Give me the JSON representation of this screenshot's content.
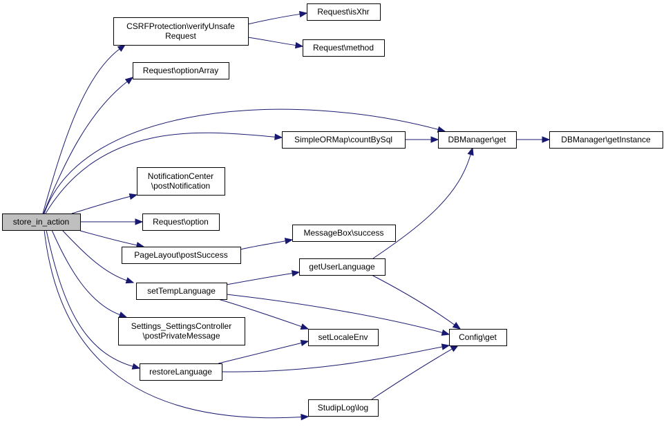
{
  "diagram": {
    "nodes": [
      {
        "id": "n0",
        "lines": [
          "store_in_action"
        ],
        "root": true
      },
      {
        "id": "n1",
        "lines": [
          "CSRFProtection\\verifyUnsafe",
          "Request"
        ]
      },
      {
        "id": "n2",
        "lines": [
          "Request\\isXhr"
        ]
      },
      {
        "id": "n3",
        "lines": [
          "Request\\method"
        ]
      },
      {
        "id": "n4",
        "lines": [
          "Request\\optionArray"
        ]
      },
      {
        "id": "n5",
        "lines": [
          "DBManager\\get"
        ]
      },
      {
        "id": "n6",
        "lines": [
          "DBManager\\getInstance"
        ]
      },
      {
        "id": "n7",
        "lines": [
          "SimpleORMap\\countBySql"
        ]
      },
      {
        "id": "n8",
        "lines": [
          "NotificationCenter",
          "\\postNotification"
        ]
      },
      {
        "id": "n9",
        "lines": [
          "Request\\option"
        ]
      },
      {
        "id": "n10",
        "lines": [
          "PageLayout\\postSuccess"
        ]
      },
      {
        "id": "n11",
        "lines": [
          "MessageBox\\success"
        ]
      },
      {
        "id": "n12",
        "lines": [
          "setTempLanguage"
        ]
      },
      {
        "id": "n13",
        "lines": [
          "getUserLanguage"
        ]
      },
      {
        "id": "n14",
        "lines": [
          "Config\\get"
        ]
      },
      {
        "id": "n15",
        "lines": [
          "setLocaleEnv"
        ]
      },
      {
        "id": "n16",
        "lines": [
          "Settings_SettingsController",
          "\\postPrivateMessage"
        ]
      },
      {
        "id": "n17",
        "lines": [
          "restoreLanguage"
        ]
      },
      {
        "id": "n18",
        "lines": [
          "StudipLog\\log"
        ]
      }
    ],
    "edges": [
      {
        "from": "n0",
        "to": "n1"
      },
      {
        "from": "n0",
        "to": "n4"
      },
      {
        "from": "n0",
        "to": "n5"
      },
      {
        "from": "n0",
        "to": "n7"
      },
      {
        "from": "n0",
        "to": "n8"
      },
      {
        "from": "n0",
        "to": "n9"
      },
      {
        "from": "n0",
        "to": "n10"
      },
      {
        "from": "n0",
        "to": "n12"
      },
      {
        "from": "n0",
        "to": "n16"
      },
      {
        "from": "n0",
        "to": "n17"
      },
      {
        "from": "n0",
        "to": "n18"
      },
      {
        "from": "n1",
        "to": "n2"
      },
      {
        "from": "n1",
        "to": "n3"
      },
      {
        "from": "n7",
        "to": "n5"
      },
      {
        "from": "n5",
        "to": "n6"
      },
      {
        "from": "n10",
        "to": "n11"
      },
      {
        "from": "n12",
        "to": "n13"
      },
      {
        "from": "n12",
        "to": "n14"
      },
      {
        "from": "n12",
        "to": "n15"
      },
      {
        "from": "n13",
        "to": "n5"
      },
      {
        "from": "n13",
        "to": "n14"
      },
      {
        "from": "n17",
        "to": "n15"
      },
      {
        "from": "n17",
        "to": "n14"
      },
      {
        "from": "n18",
        "to": "n14"
      }
    ],
    "colors": {
      "edge": "#191970",
      "root_fill": "#bfbfbf",
      "node_fill": "#ffffff",
      "border": "#000000"
    }
  }
}
